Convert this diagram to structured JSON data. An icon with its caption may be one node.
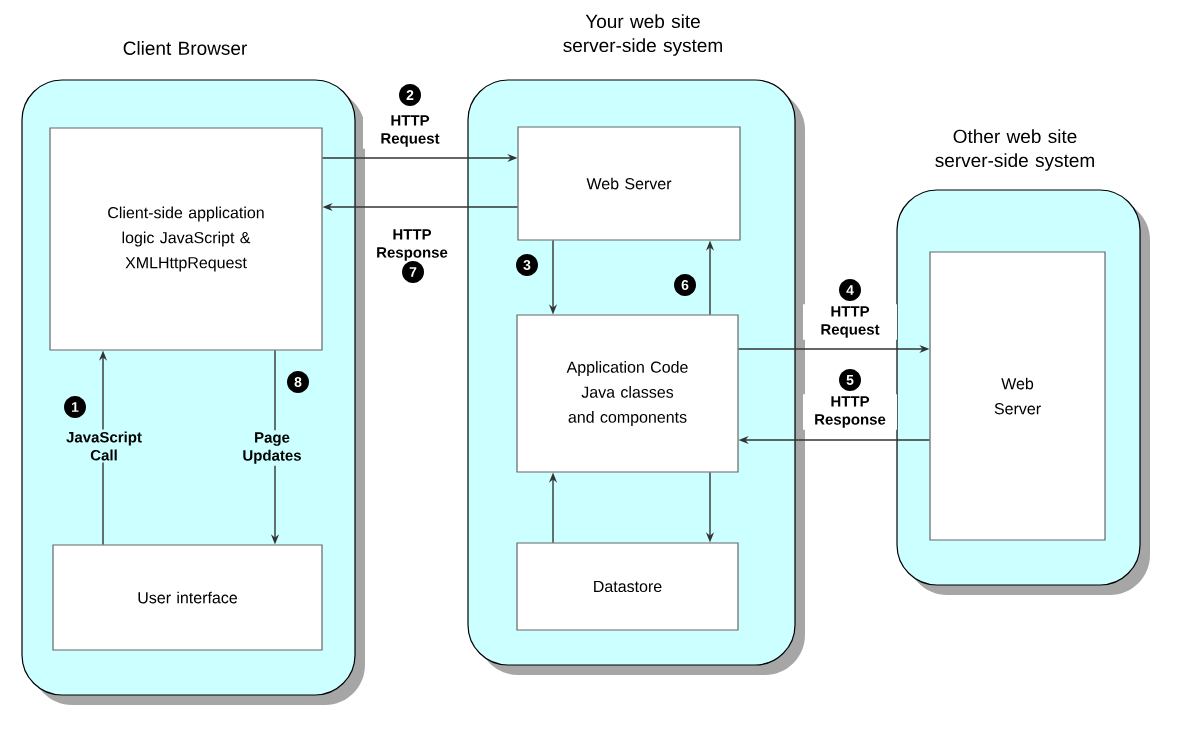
{
  "diagram": {
    "nodes": [
      {
        "text": [
          "Client Browser"
        ]
      },
      {
        "text": [
          "Client-side application logic JavaScript & XMLHttpRequest"
        ],
        "in": 0
      },
      {
        "text": [
          "User interface"
        ],
        "in": 0
      },
      {
        "text": [
          "Your web site server-side system"
        ]
      },
      {
        "text": [
          "Web Server"
        ],
        "in": 3
      },
      {
        "text": [
          "Application Code Java classes and components"
        ],
        "in": 3
      },
      {
        "text": [
          "Datastore"
        ],
        "in": 3
      },
      {
        "text": [
          "Other web site server-side system"
        ]
      },
      {
        "text": [
          "Web Server"
        ],
        "in": 7
      }
    ],
    "edges": [
      {
        "from": 2,
        "to": 1,
        "arrow": "to",
        "label": "JavaScript Call"
      },
      {
        "from": 1,
        "to": 4,
        "arrow": "to",
        "label": "HTTP Request"
      },
      {
        "from": 4,
        "to": 1,
        "arrow": "to",
        "label": "HTTP Response"
      },
      {
        "from": 4,
        "to": 5,
        "arrow": "to"
      },
      {
        "from": 5,
        "to": 4,
        "arrow": "to"
      },
      {
        "from": 5,
        "to": 8,
        "arrow": "to",
        "label": "HTTP Request"
      },
      {
        "from": 8,
        "to": 5,
        "arrow": "to",
        "label": "HTTP Response"
      },
      {
        "from": 5,
        "to": 6,
        "arrow": "to"
      },
      {
        "from": 6,
        "to": 5,
        "arrow": "to"
      },
      {
        "from": 1,
        "to": 2,
        "arrow": "to",
        "label": "Page Updates"
      }
    ],
    "labels": [
      "2",
      "3",
      "7",
      "6",
      "4",
      "5",
      "8",
      "1"
    ]
  }
}
